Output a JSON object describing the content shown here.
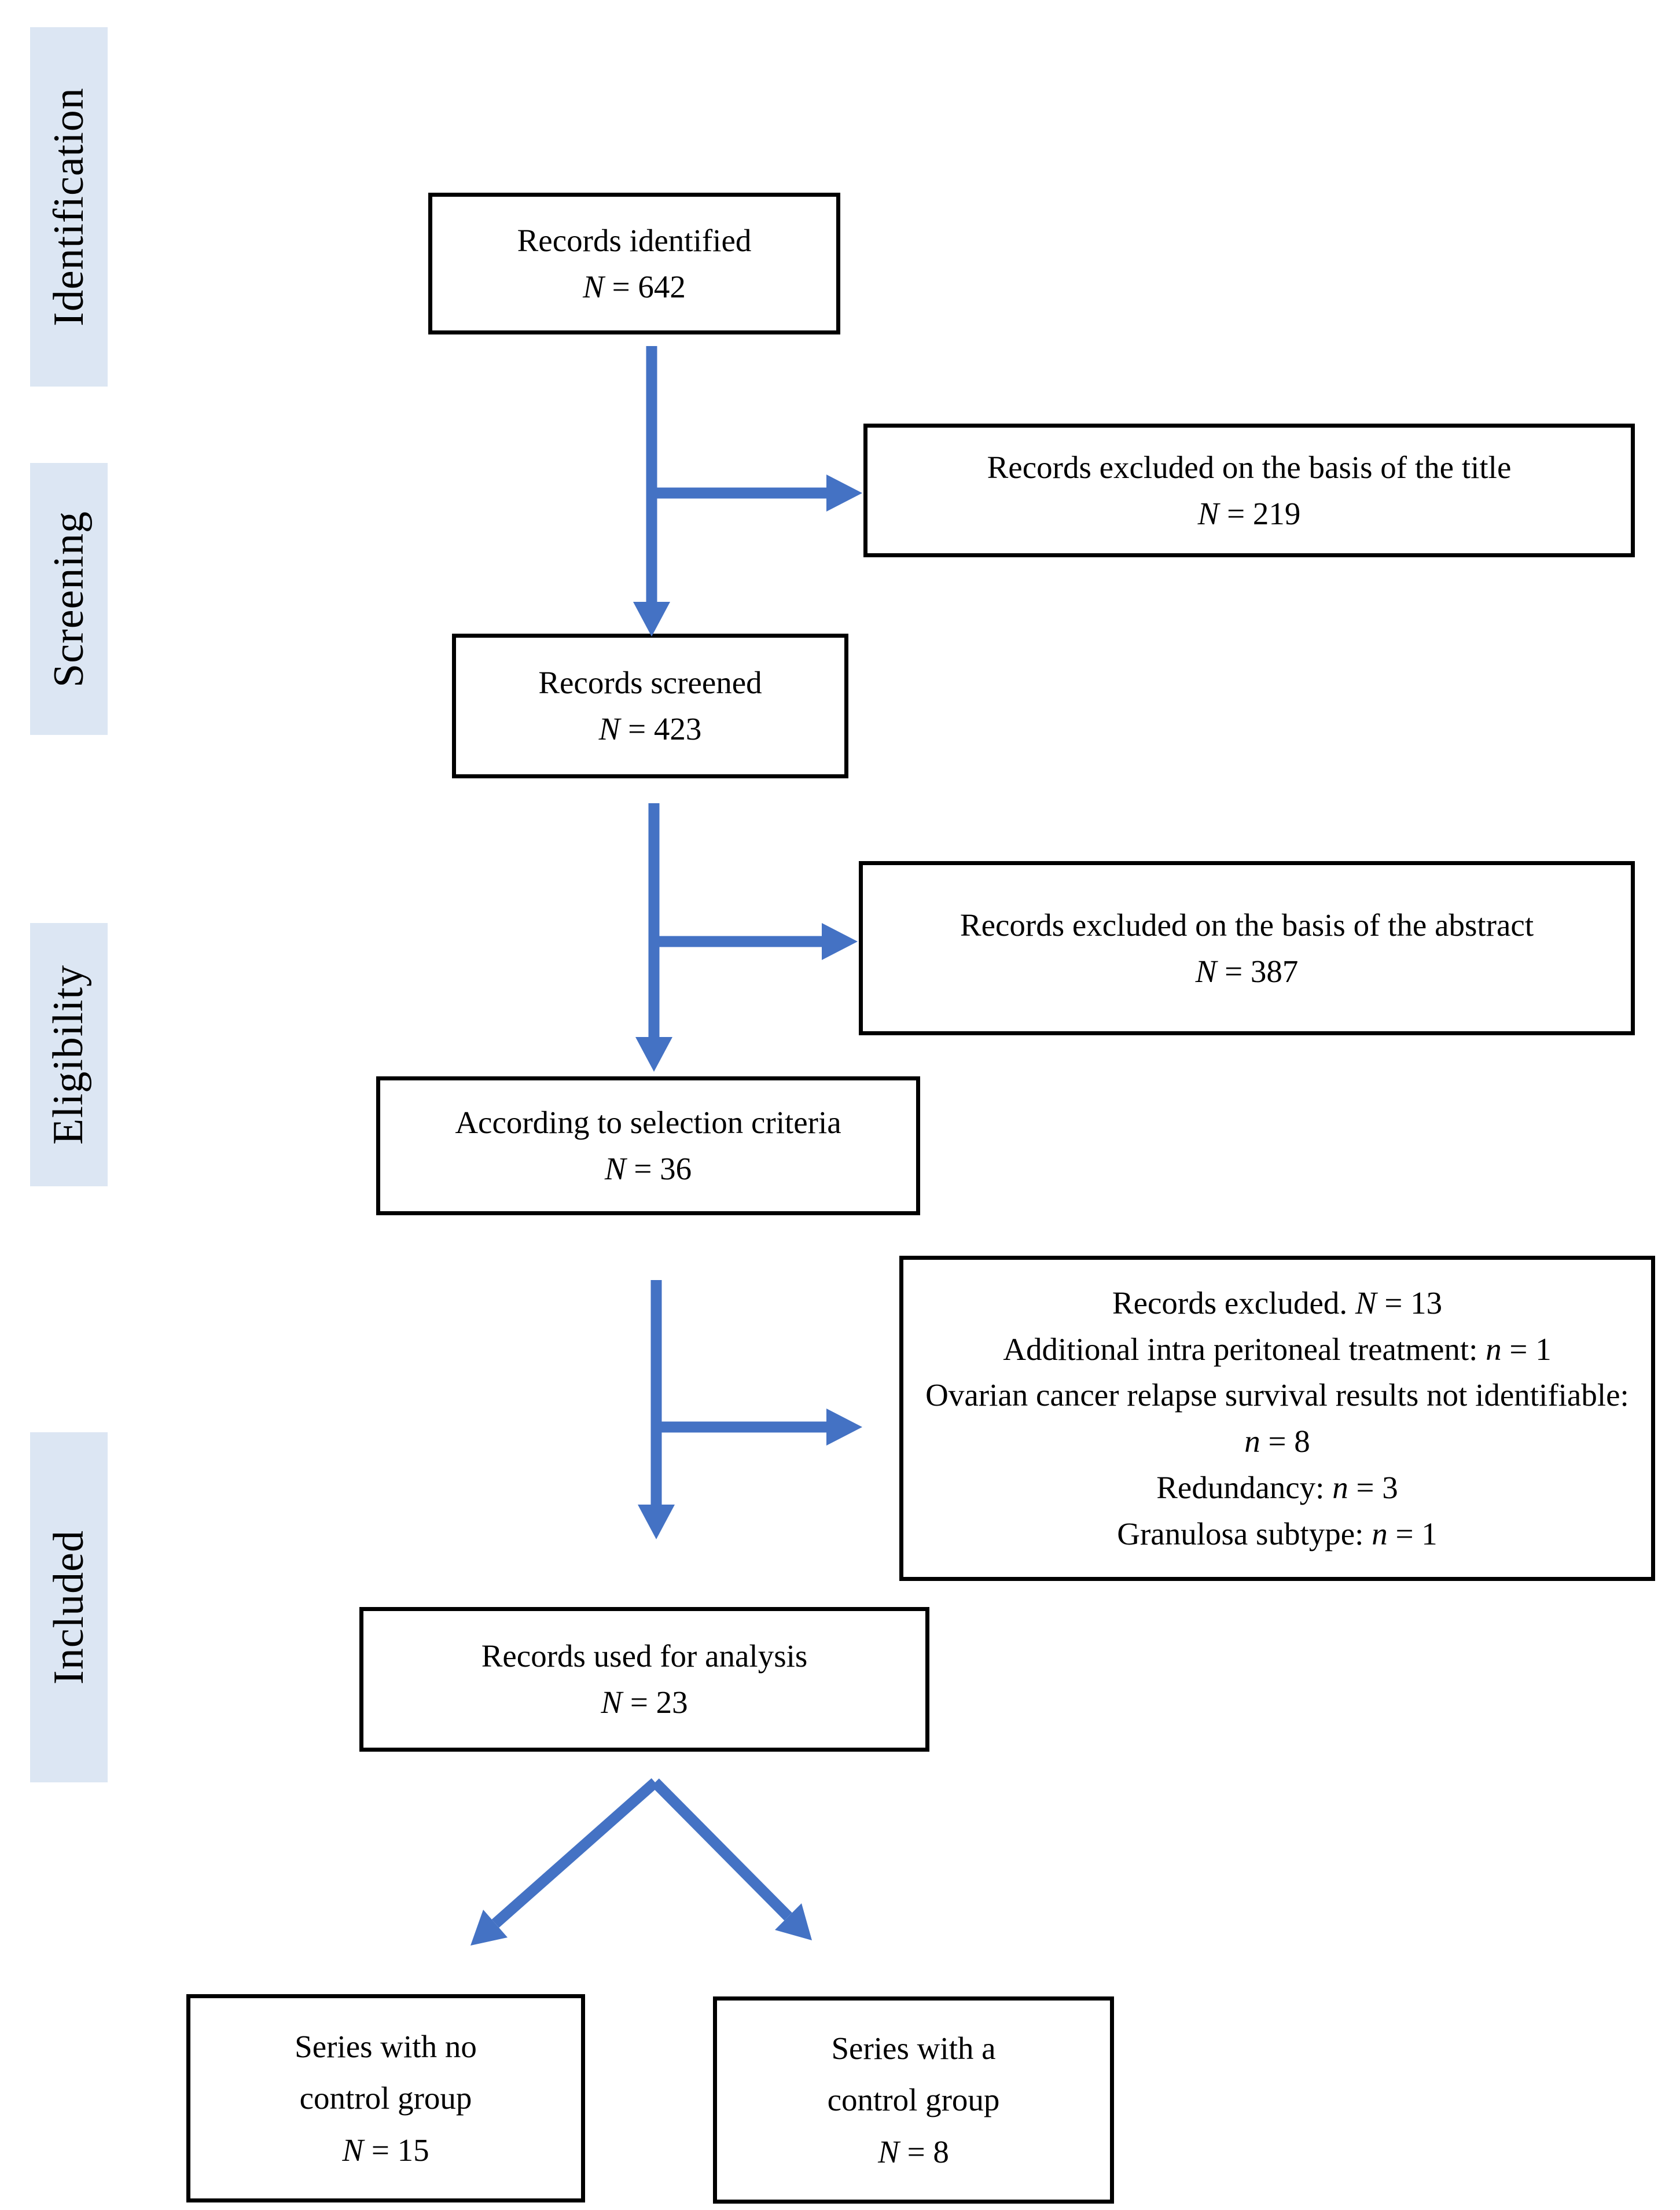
{
  "diagram": {
    "stages": [
      {
        "label": "Identification"
      },
      {
        "label": "Screening"
      },
      {
        "label": "Eligibility"
      },
      {
        "label": "Included"
      }
    ],
    "boxes": {
      "records_identified": {
        "lines": [
          "Records identified",
          "N = 642"
        ]
      },
      "excluded_title": {
        "lines": [
          "Records excluded on the basis of the title",
          "N = 219"
        ]
      },
      "records_screened": {
        "lines": [
          "Records screened",
          "N = 423"
        ]
      },
      "excluded_abstract": {
        "lines": [
          "Records excluded on the basis of the abstract",
          "N = 387"
        ]
      },
      "selection_criteria": {
        "lines": [
          "According to selection criteria",
          "N = 36"
        ]
      },
      "excluded_detail": {
        "lines": [
          "Records excluded. N = 13",
          "Additional intra peritoneal treatment: n = 1",
          "Ovarian cancer relapse survival results not identifiable: n = 8",
          "Redundancy: n = 3",
          "Granulosa subtype: n = 1"
        ]
      },
      "used_for_analysis": {
        "lines": [
          "Records used for analysis",
          "N = 23"
        ]
      },
      "series_no_control": {
        "lines": [
          "Series with no",
          "control group",
          "N = 15"
        ]
      },
      "series_control": {
        "lines": [
          "Series with a",
          "control group",
          "N = 8"
        ]
      }
    },
    "colors": {
      "arrow": "#4472c4",
      "stage_bg": "#dce6f3",
      "box_border": "#000000"
    }
  }
}
